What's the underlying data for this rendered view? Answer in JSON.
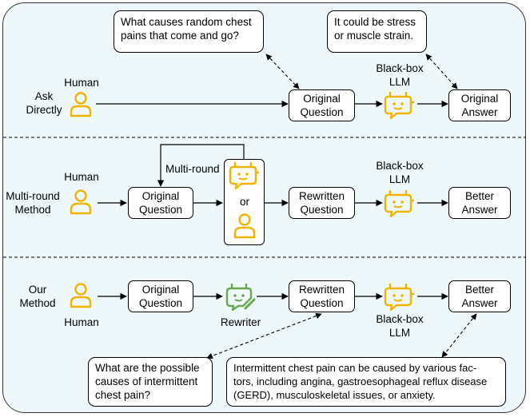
{
  "colors": {
    "panel": "#eef8fb",
    "llm": "#f0b400",
    "human": "#f0b400",
    "rewriter": "#6aa84f"
  },
  "row1": {
    "label_line1": "Ask",
    "label_line2": "Directly",
    "human": "Human",
    "question_bubble": [
      "What causes random chest",
      "pains that come and go?"
    ],
    "answer_bubble": [
      "It could be stress",
      "or muscle strain."
    ],
    "original_question": [
      "Original",
      "Question"
    ],
    "llm_line1": "Black-box",
    "llm_line2": "LLM",
    "original_answer": [
      "Original",
      "Answer"
    ]
  },
  "row2": {
    "label_line1": "Multi-round",
    "label_line2": "Method",
    "human": "Human",
    "original_question": [
      "Original",
      "Question"
    ],
    "loop_label": "Multi-round",
    "or": "or",
    "rewritten_question": [
      "Rewritten",
      "Question"
    ],
    "llm_line1": "Black-box",
    "llm_line2": "LLM",
    "better_answer": [
      "Better",
      "Answer"
    ]
  },
  "row3": {
    "label_line1": "Our",
    "label_line2": "Method",
    "human": "Human",
    "original_question": [
      "Original",
      "Question"
    ],
    "rewriter": "Rewriter",
    "rewritten_question": [
      "Rewritten",
      "Question"
    ],
    "llm_line1": "Black-box",
    "llm_line2": "LLM",
    "better_answer": [
      "Better",
      "Answer"
    ],
    "question_bubble": [
      "What are the possible",
      "causes of intermittent",
      "chest pain?"
    ],
    "answer_bubble": [
      "Intermittent chest pain can be caused by various fac-",
      "tors, including angina, gastroesophageal reflux disease",
      "(GERD), musculoskeletal issues, or anxiety."
    ]
  }
}
